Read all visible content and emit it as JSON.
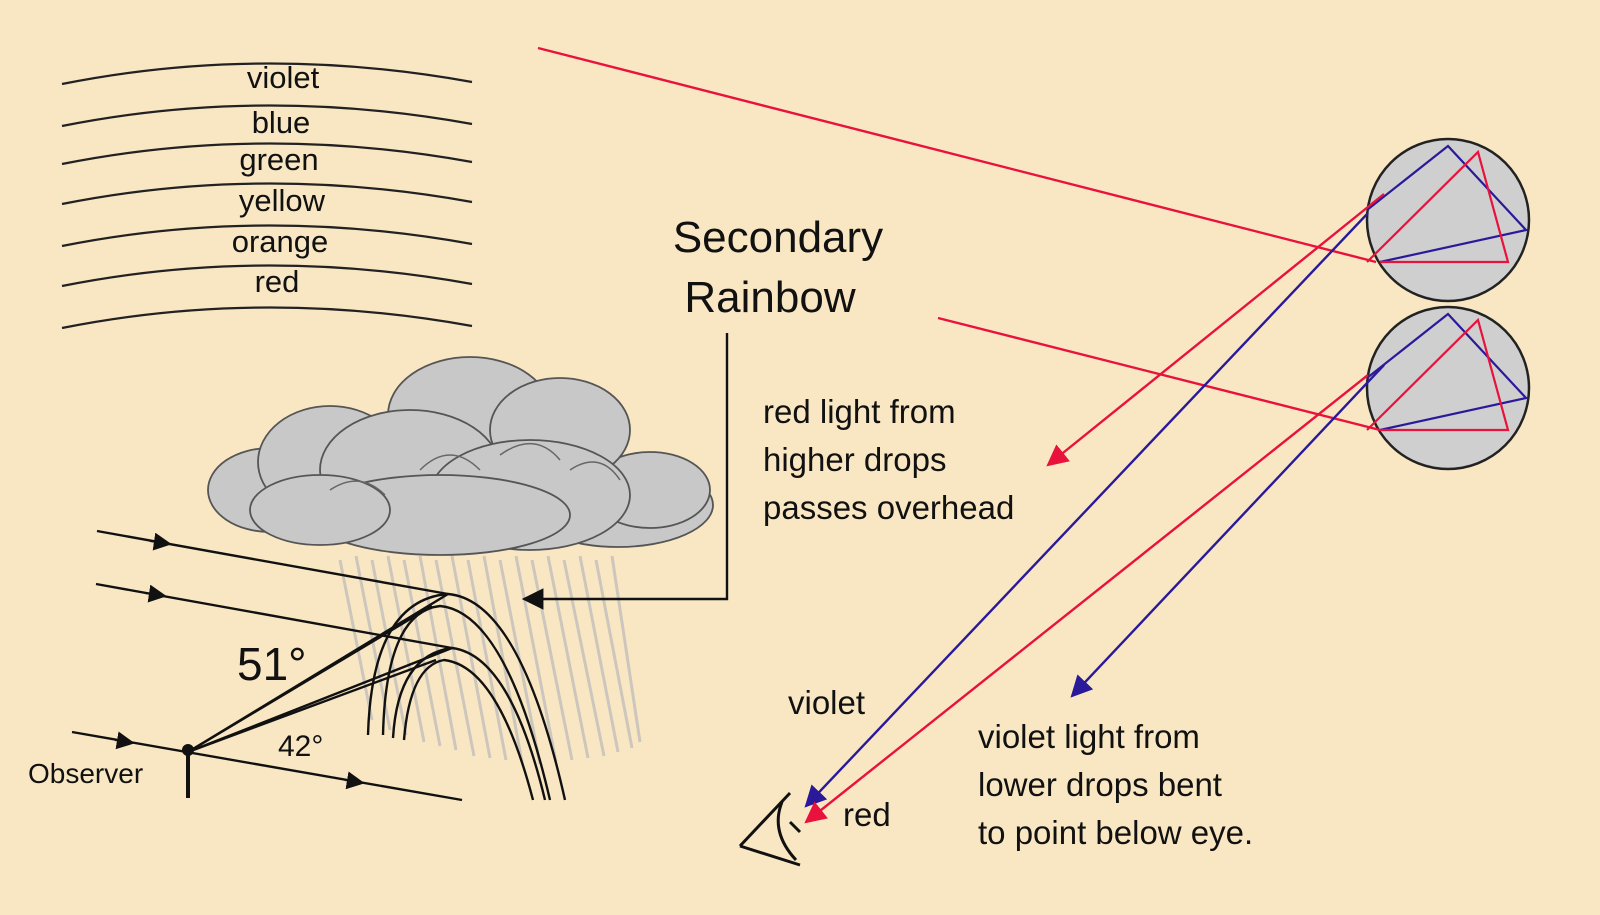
{
  "colors": {
    "background": "#f9e7c4",
    "red_ray": "#e8123c",
    "violet_ray": "#2a1a9a",
    "drop_fill": "#cfcfcf",
    "cloud_fill": "#c8c8c8"
  },
  "bands": [
    "violet",
    "blue",
    "green",
    "yellow",
    "orange",
    "red"
  ],
  "title": [
    "Secondary",
    "Rainbow"
  ],
  "note_red": [
    "red light from",
    "higher drops",
    "passes overhead"
  ],
  "note_violet": [
    "violet light from",
    "lower drops bent",
    "to point below eye."
  ],
  "angles": {
    "outer": "51°",
    "inner": "42°"
  },
  "observer_label": "Observer",
  "eye_labels": {
    "violet": "violet",
    "red": "red"
  }
}
